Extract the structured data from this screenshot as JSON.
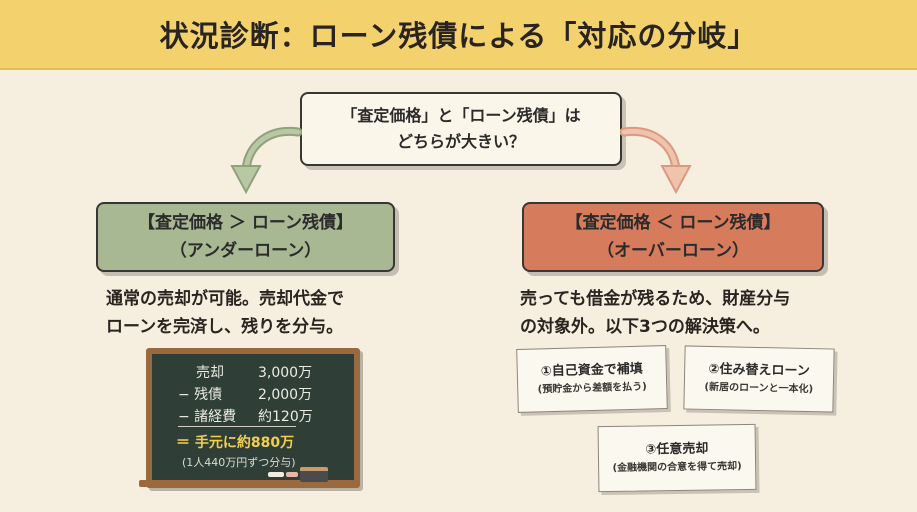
{
  "title": "状況診断：ローン残債による「対応の分岐」",
  "question": {
    "line1": "「査定価格」と「ローン残債」は",
    "line2": "どちらが大きい？"
  },
  "left_branch": {
    "line1": "【査定価格 ＞ ローン残債】",
    "line2": "（アンダーローン）",
    "desc_line1": "通常の売却が可能。売却代金で",
    "desc_line2": "ローンを完済し、残りを分与。",
    "board": {
      "row1_label": "売却",
      "row1_value": "3,000万",
      "row2_label": "− 残債",
      "row2_value": "2,000万",
      "row3_label": "− 諸経費",
      "row3_value": "約120万",
      "result": "＝ 手元に約880万",
      "note": "(1人440万円ずつ分与)"
    }
  },
  "right_branch": {
    "line1": "【査定価格 ＜ ローン残債】",
    "line2": "（オーバーローン）",
    "desc_line1": "売っても借金が残るため、財産分与",
    "desc_line2": "の対象外。以下3つの解決策へ。",
    "options": [
      {
        "title": "①自己資金で補填",
        "sub": "(預貯金から差額を払う)"
      },
      {
        "title": "②住み替えローン",
        "sub": "(新居のローンと一本化)"
      },
      {
        "title": "③任意売却",
        "sub": "(金融機関の合意を得て売却)"
      }
    ]
  },
  "colors": {
    "title_bar": "#f3d26e",
    "background": "#f6eedf",
    "left_box": "#a8b892",
    "right_box": "#d77b5d",
    "chalkboard": "#2f3f37",
    "chalk_highlight": "#f1d050"
  }
}
